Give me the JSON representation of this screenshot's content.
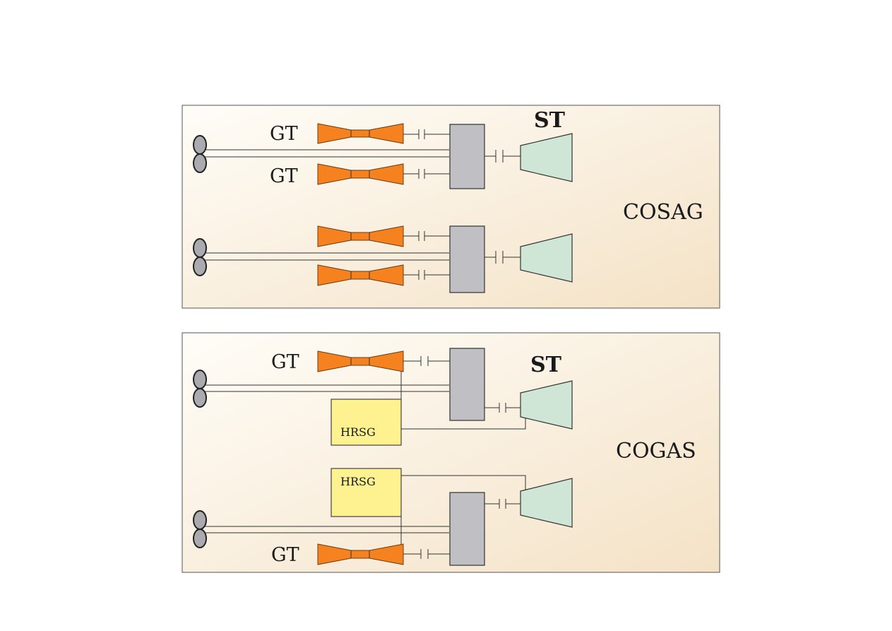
{
  "cosag": {
    "title": "COSAG",
    "gt_top": "GT",
    "gt_bottom": "GT",
    "st": "ST"
  },
  "cogas": {
    "title": "COGAS",
    "gt_top": "GT",
    "gt_bottom": "GT",
    "st": "ST",
    "hrsg_top": "HRSG",
    "hrsg_bottom": "HRSG"
  },
  "colors": {
    "gas_turbine": "#f5821f",
    "gearbox": "#bfbfc4",
    "steam_turbine": "#cfe6d6",
    "hrsg": "#fdf28f"
  }
}
